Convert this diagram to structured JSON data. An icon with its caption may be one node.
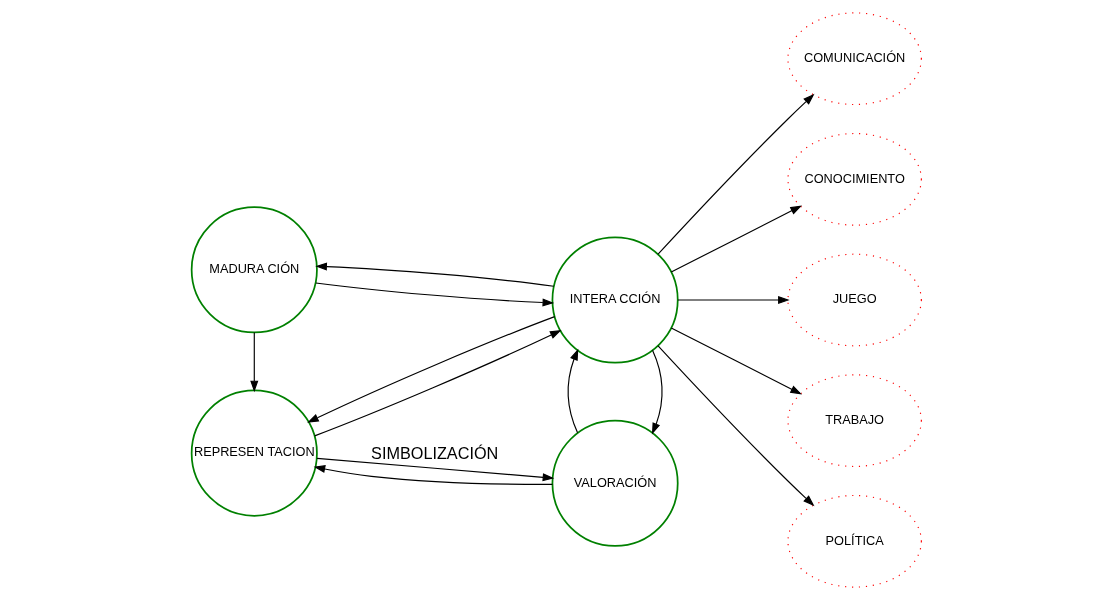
{
  "diagram": {
    "nodes": [
      {
        "text": [
          "REPRESEN TACION"
        ]
      },
      {
        "text": [
          "VALORACIÓN"
        ]
      },
      {
        "text": [
          "MADURA CIÓN"
        ]
      },
      {
        "text": [
          "INTERA CCIÓN"
        ]
      },
      {
        "text": [
          "COMUNICACIÓN"
        ]
      },
      {
        "text": [
          "CONOCIMIENTO"
        ]
      },
      {
        "text": [
          "JUEGO"
        ]
      },
      {
        "text": [
          "TRABAJO"
        ]
      },
      {
        "text": [
          "POLÍTICA"
        ]
      }
    ],
    "edges": [
      {
        "from": 0,
        "to": 1,
        "arrow": "to",
        "label": "SIMBOLIZACIÓN"
      },
      {
        "from": 1,
        "to": 0,
        "arrow": "to"
      },
      {
        "from": 0,
        "to": 3,
        "arrow": "to"
      },
      {
        "from": 3,
        "to": 0,
        "arrow": "to"
      },
      {
        "from": 3,
        "to": 1,
        "arrow": "to"
      },
      {
        "from": 1,
        "to": 3,
        "arrow": "to"
      },
      {
        "from": 2,
        "to": 0,
        "arrow": "to"
      },
      {
        "from": 2,
        "to": 3,
        "arrow": "to"
      },
      {
        "from": 3,
        "to": 2,
        "arrow": "to"
      },
      {
        "from": 3,
        "to": 4,
        "arrow": "to"
      },
      {
        "from": 3,
        "to": 5,
        "arrow": "to"
      },
      {
        "from": 3,
        "to": 6,
        "arrow": "to"
      },
      {
        "from": 3,
        "to": 7,
        "arrow": "to"
      },
      {
        "from": 3,
        "to": 8,
        "arrow": "to"
      }
    ]
  }
}
